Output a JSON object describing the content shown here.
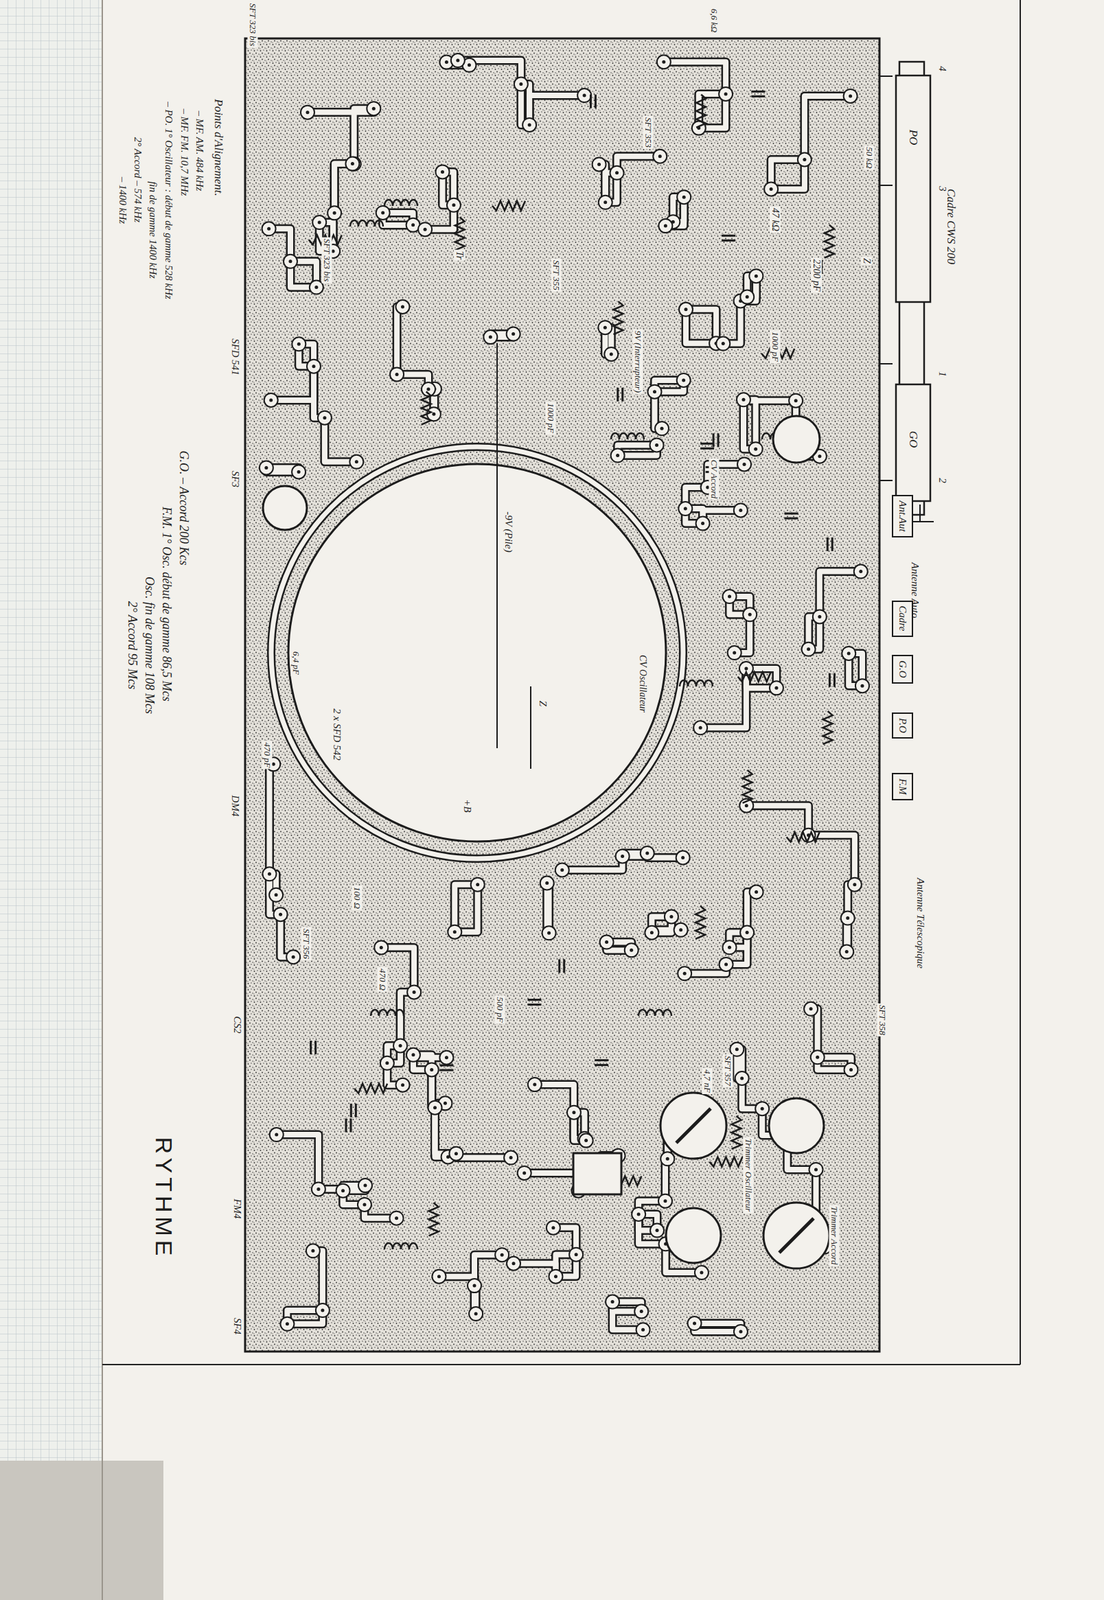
{
  "diagram": {
    "title": "RYTHME",
    "nodes": [
      {
        "text": [
          "Ant.Aut"
        ]
      },
      {
        "text": [
          "Cadre"
        ]
      },
      {
        "text": [
          "G.O"
        ]
      },
      {
        "text": [
          "P.O"
        ]
      },
      {
        "text": [
          "F.M"
        ]
      }
    ],
    "labels": [
      "Points d'Alignement.",
      "– MF. AM. 484 kHz",
      "– MF. FM. 10,7 MHz",
      "– PO. 1° Oscillateur : début de gamme 528 kHz",
      "fin de gamme 1400 kHz",
      "2° Accord – 574 kHz",
      "– 1400 kHz",
      "G.O. – Accord 200 Kcs",
      "F.M. 1° Osc. début de gamme 86,5 Mcs",
      "Osc. fin de gamme 108 Mcs",
      "2° Accord 95 Mcs",
      "SFD 541",
      "SF3",
      "DM4",
      "CS2",
      "FM4",
      "SF4",
      "SFT 323 bis",
      "6,6 kΩ",
      "Cadre CWS 200",
      "PO",
      "GO",
      "3",
      "4",
      "1",
      "2",
      "50 kΩ",
      "47 kΩ",
      "2200 pF",
      "Z",
      "Antenne Auto",
      "Antenne Télescopique",
      "SFT 358",
      "SFT 357",
      "4,7 nF",
      "Trimmer Oscillateur",
      "Trimmer Accord",
      "-9V (Pile)",
      "CV Oscillateur",
      "CV Accord",
      "2 x SFD 542",
      "Z",
      "+B",
      "9V (Interrupteur)",
      "1000 pF",
      "1000 pF",
      "470 pF",
      "6,4 pF",
      "500 pF",
      "100 Ω",
      "470 Ω",
      "SFT 353",
      "SFT 355",
      "SFT 323 bis",
      "Tr",
      "SFT 356"
    ]
  }
}
